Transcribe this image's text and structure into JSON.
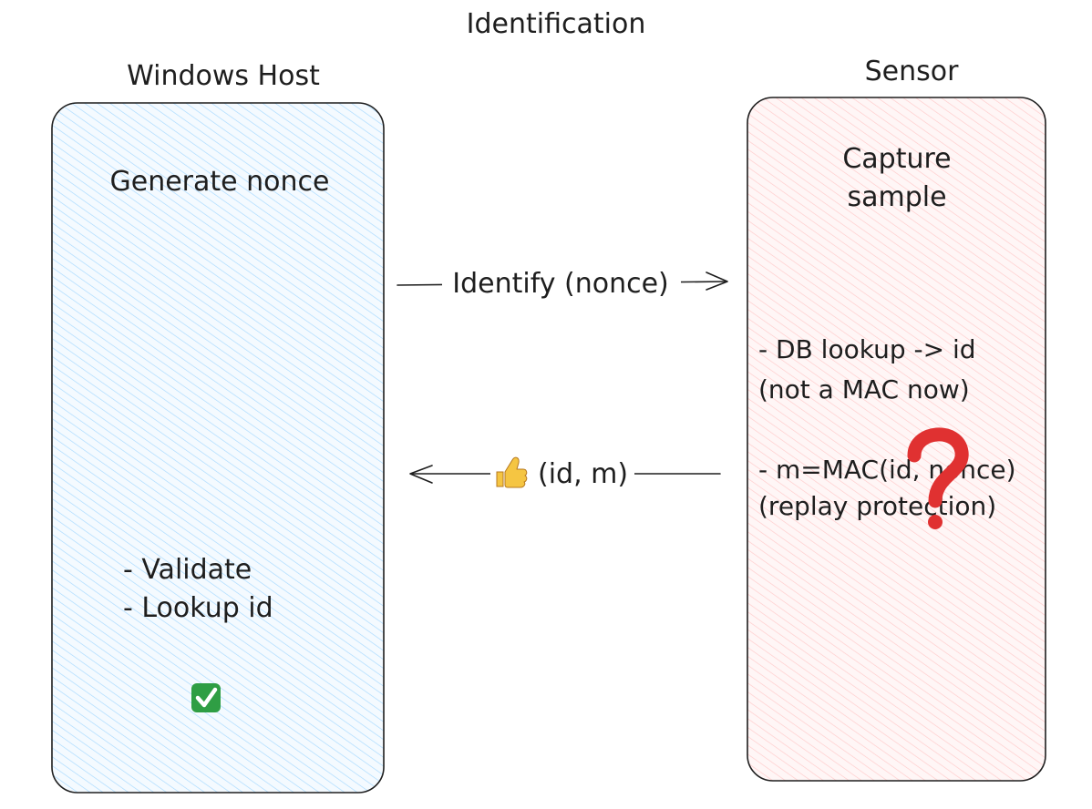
{
  "diagram": {
    "title": "Identification",
    "host": {
      "name": "Windows Host",
      "step1": "Generate nonce",
      "step2_line1": "- Validate",
      "step2_line2": "- Lookup id",
      "status_icon": "check-mark-icon"
    },
    "sensor": {
      "name": "Sensor",
      "step1_line1": "Capture",
      "step1_line2": "sample",
      "note1_line1": "- DB lookup -> id",
      "note1_line2": "(not a MAC now)",
      "note2_line1": "- m=MAC(id, nonce)",
      "note2_line2": "(replay protection)",
      "question_icon": "question-mark-icon"
    },
    "messages": {
      "request": "Identify (nonce)",
      "response_icon": "thumbs-up-icon",
      "response": "(id, m)"
    },
    "colors": {
      "stroke": "#1e1e1e",
      "host_fill": "#a5d8ff",
      "sensor_fill": "#ffc9c9",
      "question": "#e03131",
      "check": "#2f9e44"
    }
  }
}
